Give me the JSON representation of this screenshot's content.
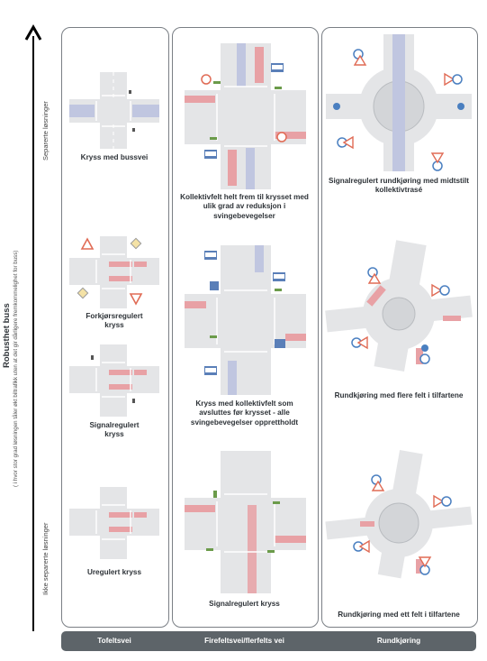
{
  "axis": {
    "title": "Robusthet buss",
    "subtitle": "( i hvor stor grad løsningen tåler økt biltrafikk uten at det gir dårligere fremkommelighet for buss)",
    "top_label": "Separerte løsninger",
    "bottom_label": "Ikke separerte løsninger"
  },
  "columns": [
    {
      "label": "Tofeltsvei"
    },
    {
      "label": "Firefeltsvei/flerfelts vei"
    },
    {
      "label": "Rundkjøring"
    }
  ],
  "cells": {
    "c1_a": "Kryss med bussvei",
    "c1_b": "Forkjørsregulert kryss",
    "c1_c": "Signalregulert kryss",
    "c1_d": "Uregulert kryss",
    "c2_a": "Kollektivfelt helt frem til krysset med ulik grad av reduksjon i svingebevegelser",
    "c2_b": "Kryss med kollektivfelt som avsluttes før krysset - alle svingebevegelser opprettholdt",
    "c2_c": "Signalregulert kryss",
    "c3_a": "Signalregulert rundkjøring med midtstilt kollektivtrasé",
    "c3_b": "Rundkjøring med flere felt i tilfartene",
    "c3_c": "Rundkjøring med ett felt i tilfartene"
  },
  "colors": {
    "road": "#e4e5e7",
    "road_edge": "#b9bcc0",
    "bus_lane_red": "#e8a1a5",
    "bus_lane_blue": "#b7bfdc",
    "frame": "#7a7f85",
    "bar": "#5d6469"
  }
}
